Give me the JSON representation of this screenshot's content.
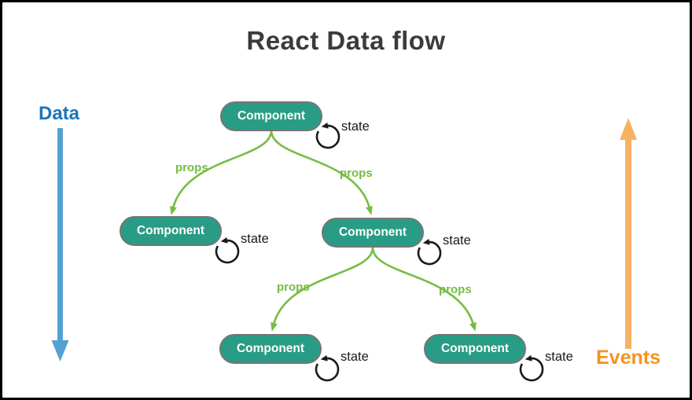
{
  "title": {
    "text": "React Data flow"
  },
  "left_flow": {
    "label": "Data",
    "direction": "down"
  },
  "right_flow": {
    "label": "Events",
    "direction": "up"
  },
  "diagram": {
    "nodes": [
      {
        "id": "root",
        "label": "Component",
        "state_label": "state"
      },
      {
        "id": "child-left",
        "label": "Component",
        "state_label": "state"
      },
      {
        "id": "child-right",
        "label": "Component",
        "state_label": "state"
      },
      {
        "id": "grandchild-left",
        "label": "Component",
        "state_label": "state"
      },
      {
        "id": "grandchild-right",
        "label": "Component",
        "state_label": "state"
      }
    ],
    "edges": [
      {
        "from": "root",
        "to": "child-left",
        "label": "props"
      },
      {
        "from": "root",
        "to": "child-right",
        "label": "props"
      },
      {
        "from": "child-right",
        "to": "grandchild-left",
        "label": "props"
      },
      {
        "from": "child-right",
        "to": "grandchild-right",
        "label": "props"
      }
    ]
  },
  "colors": {
    "node_fill": "#299c85",
    "node_border": "#757575",
    "node_text": "#ffffff",
    "edge_green": "#76bc44",
    "props_text": "#76bc44",
    "data_arrow": "#55a1d1",
    "data_label": "#1b75bc",
    "events_arrow": "#f7b163",
    "events_label": "#f6921e",
    "title_text": "#3b3b3b",
    "state_icon": "#1a1a1a",
    "canvas_border": "#000000",
    "background": "#ffffff"
  }
}
